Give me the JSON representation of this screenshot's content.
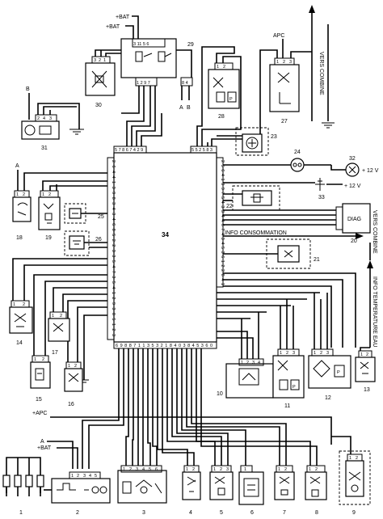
{
  "ecu": {
    "label": "34",
    "top_pins": "5 7 8 6 7 4 2 9",
    "top_pins_right": "5 5 2 5 8 3",
    "bottom_pins": "6 9 8 8 7 1 1 3 5 3 2 1 8 4 0 3 8 4 5 3 6 0",
    "left_pins": "2 6 4 4 1 3 9 8 3 4 3 4 6 8 5 2 2 3 3 5 4 7 3 5 4 1 2 9 3 8 5 1 2 3",
    "right_pins": "2 5 6 4 1 3 9 7 5 4 3 3 4 4 6 7 4 3 4 5 3 6 1 2 2 8 4 1"
  },
  "supply": {
    "bat1": "+BAT",
    "bat2": "+BAT",
    "bat3": "+BAT",
    "apc_top": "APC",
    "apc_bottom": "+APC",
    "a_left": "A",
    "a_bottom": "A",
    "b_left": "B",
    "a_29": "A",
    "b_29": "B",
    "plus12_1": "+ 12 V",
    "plus12_2": "+ 12 V"
  },
  "vertical_labels": {
    "vers_combine_top": "VERS COMBINE",
    "vers_combine_right": "VERS COMBINE",
    "info_temp": "INFO TEMPERATURE EAU"
  },
  "info_consommation": "INFO CONSOMMATION",
  "diag": "DIAG",
  "components": {
    "c1": "1",
    "c2": "2",
    "c3": "3",
    "c4": "4",
    "c5": "5",
    "c6": "6",
    "c7": "7",
    "c8": "8",
    "c9": "9",
    "c10": "10",
    "c11": "11",
    "c12": "12",
    "c13": "13",
    "c14": "14",
    "c15": "15",
    "c16": "16",
    "c17": "17",
    "c18": "18",
    "c19": "19",
    "c20": "20",
    "c21": "21",
    "c22": "22",
    "c23": "23",
    "c24": "24",
    "c25": "25",
    "c26": "26",
    "c27": "27",
    "c28": "28",
    "c29": "29",
    "c30": "30",
    "c31": "31",
    "c32": "32",
    "c33": "33"
  },
  "pins": {
    "p1": "1",
    "p2": "2",
    "p3": "3",
    "p4": "4",
    "p5": "5",
    "p6": "6"
  },
  "relay_pins": {
    "top": "3 11 5 6",
    "bottom": "1 2 9 7",
    "left": "8 4"
  },
  "p_mark": "P"
}
